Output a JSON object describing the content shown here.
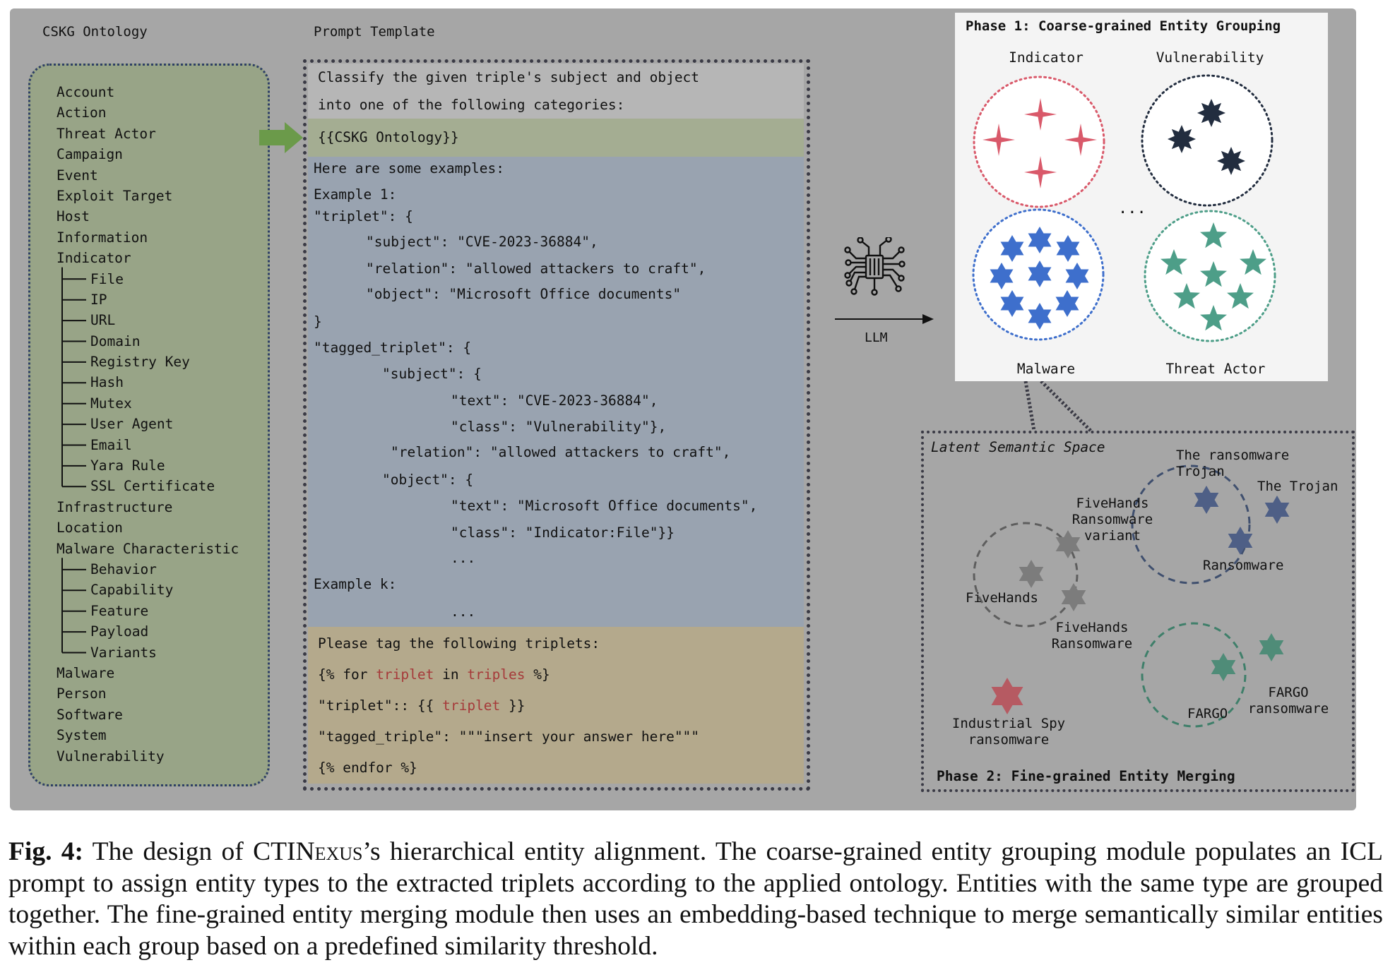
{
  "ontology": {
    "title": "CSKG Ontology",
    "items": [
      {
        "label": "Account",
        "level": 0
      },
      {
        "label": "Action",
        "level": 0
      },
      {
        "label": "Threat Actor",
        "level": 0
      },
      {
        "label": "Campaign",
        "level": 0
      },
      {
        "label": "Event",
        "level": 0
      },
      {
        "label": "Exploit Target",
        "level": 0
      },
      {
        "label": "Host",
        "level": 0
      },
      {
        "label": "Information",
        "level": 0
      },
      {
        "label": "Indicator",
        "level": 0
      },
      {
        "label": "File",
        "level": 1
      },
      {
        "label": "IP",
        "level": 1
      },
      {
        "label": "URL",
        "level": 1
      },
      {
        "label": "Domain",
        "level": 1
      },
      {
        "label": "Registry Key",
        "level": 1
      },
      {
        "label": "Hash",
        "level": 1
      },
      {
        "label": "Mutex",
        "level": 1
      },
      {
        "label": "User Agent",
        "level": 1
      },
      {
        "label": "Email",
        "level": 1
      },
      {
        "label": "Yara Rule",
        "level": 1
      },
      {
        "label": "SSL Certificate",
        "level": 1
      },
      {
        "label": "Infrastructure",
        "level": 0
      },
      {
        "label": "Location",
        "level": 0
      },
      {
        "label": "Malware Characteristic",
        "level": 0
      },
      {
        "label": "Behavior",
        "level": 1
      },
      {
        "label": "Capability",
        "level": 1
      },
      {
        "label": "Feature",
        "level": 1
      },
      {
        "label": "Payload",
        "level": 1
      },
      {
        "label": "Variants",
        "level": 1
      },
      {
        "label": "Malware",
        "level": 0
      },
      {
        "label": "Person",
        "level": 0
      },
      {
        "label": "Software",
        "level": 0
      },
      {
        "label": "System",
        "level": 0
      },
      {
        "label": "Vulnerability",
        "level": 0
      }
    ]
  },
  "prompt": {
    "title": "Prompt Template",
    "intro_line1": "Classify the given triple's subject and object",
    "intro_line2": "into one of the following categories:",
    "ontology_placeholder": "{{CSKG Ontology}}",
    "examples_header": "Here are some examples:",
    "example1_label": "Example 1:",
    "ex_triplet_open": "\"triplet\": {",
    "ex_subject": "\"subject\": \"CVE-2023-36884\",",
    "ex_relation": "\"relation\": \"allowed attackers to craft\",",
    "ex_object": "\"object\": \"Microsoft Office documents\"",
    "ex_close": "}",
    "ex_tagged_open": "\"tagged_triplet\": {",
    "ex_tag_subject_open": "\"subject\": {",
    "ex_tag_subject_text": "\"text\": \"CVE-2023-36884\",",
    "ex_tag_subject_class": "\"class\": \"Vulnerability\"},",
    "ex_tag_relation": "\"relation\": \"allowed attackers to craft\",",
    "ex_tag_object_open": "\"object\": {",
    "ex_tag_object_text": "\"text\": \"Microsoft Office documents\",",
    "ex_tag_object_class": "\"class\": \"Indicator:File\"}}",
    "ellipsis1": "...",
    "examplek_label": "Example k:",
    "ellipsis2": "...",
    "tag_instruction": "Please tag the following triplets:",
    "loop_open_a": "{% for ",
    "loop_var": "triplet",
    "loop_open_b": " in ",
    "loop_iter": "triples",
    "loop_open_c": " %}",
    "triplet_line_a": "\"triplet\":: {{ ",
    "triplet_line_var": "triplet",
    "triplet_line_b": " }}",
    "tagged_line": "\"tagged_triple\": \"\"\"insert your answer here\"\"\"",
    "loop_close": "{% endfor %}"
  },
  "llm": {
    "label": "LLM"
  },
  "phase1": {
    "title": "Phase 1: Coarse-grained Entity Grouping",
    "groups": [
      {
        "label": "Indicator",
        "color": "#d9596a",
        "symbol": "4-point-star"
      },
      {
        "label": "Vulnerability",
        "color": "#222d3f",
        "symbol": "8-point-star"
      },
      {
        "label": "Malware",
        "color": "#3e6fcc",
        "symbol": "6-point-star"
      },
      {
        "label": "Threat Actor",
        "color": "#4d9e88",
        "symbol": "5-point-star"
      }
    ],
    "ellipsis": "..."
  },
  "phase2": {
    "space_label": "Latent Semantic Space",
    "title": "Phase 2: Fine-grained Entity Merging",
    "entities": {
      "the_ransomware_trojan": "The ransomware Trojan",
      "the_trojan": "The Trojan",
      "ransomware": "Ransomware",
      "fivehands_variant": "FiveHands Ransomware variant",
      "fivehands": "FiveHands",
      "fivehands_ransomware": "FiveHands Ransomware",
      "industrial_spy": "Industrial Spy ransomware",
      "fargo": "FARGO",
      "fargo_ransomware": "FARGO ransomware"
    }
  },
  "caption": {
    "label": "Fig. 4:",
    "text_a": " The design of ",
    "name_a": "CTIN",
    "name_b": "exus",
    "text_b": "’s hierarchical entity alignment. The coarse-grained entity grouping module populates an ICL prompt to assign entity types to the extracted triplets according to the applied ontology. Entities with the same type are grouped together. The fine-grained entity merging module then uses an embedding-based technique to merge semantically similar entities within each group based on a predefined similarity threshold."
  }
}
